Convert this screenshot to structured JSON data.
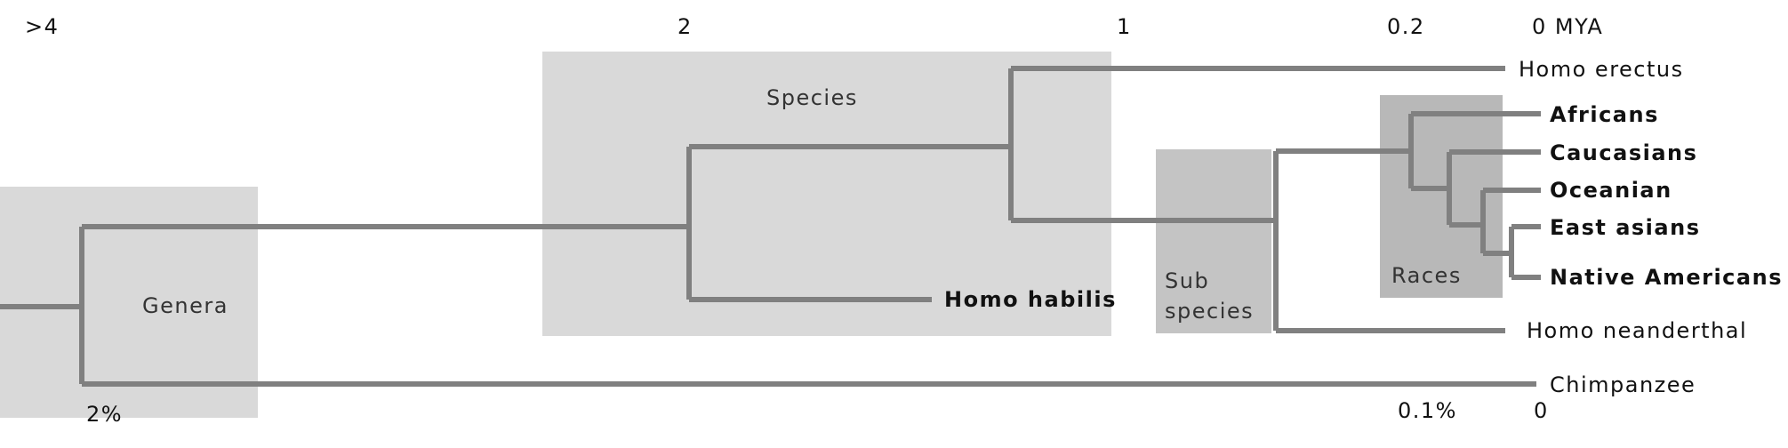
{
  "colors": {
    "background": "#ffffff",
    "region_light": "#d9d9d9",
    "region_dark": "#c4c4c4",
    "races_box": "#b8b8b8",
    "branch": "#808080",
    "text": "#111111",
    "region_text": "#333333"
  },
  "time_axis": {
    "ticks": [
      ">4",
      "2",
      "1",
      "0.2",
      "0 MYA"
    ]
  },
  "difference_axis": {
    "ticks": [
      "2%",
      "0.1%",
      "0"
    ]
  },
  "regions": {
    "genera": "Genera",
    "species": "Species",
    "subspecies_line1": "Sub",
    "subspecies_line2": "species",
    "races": "Races"
  },
  "taxa": [
    "Homo erectus",
    "Africans",
    "Caucasians",
    "Oceanian",
    "East asians",
    "Native Americans",
    "Homo habilis",
    "Homo neanderthal",
    "Chimpanzee"
  ]
}
